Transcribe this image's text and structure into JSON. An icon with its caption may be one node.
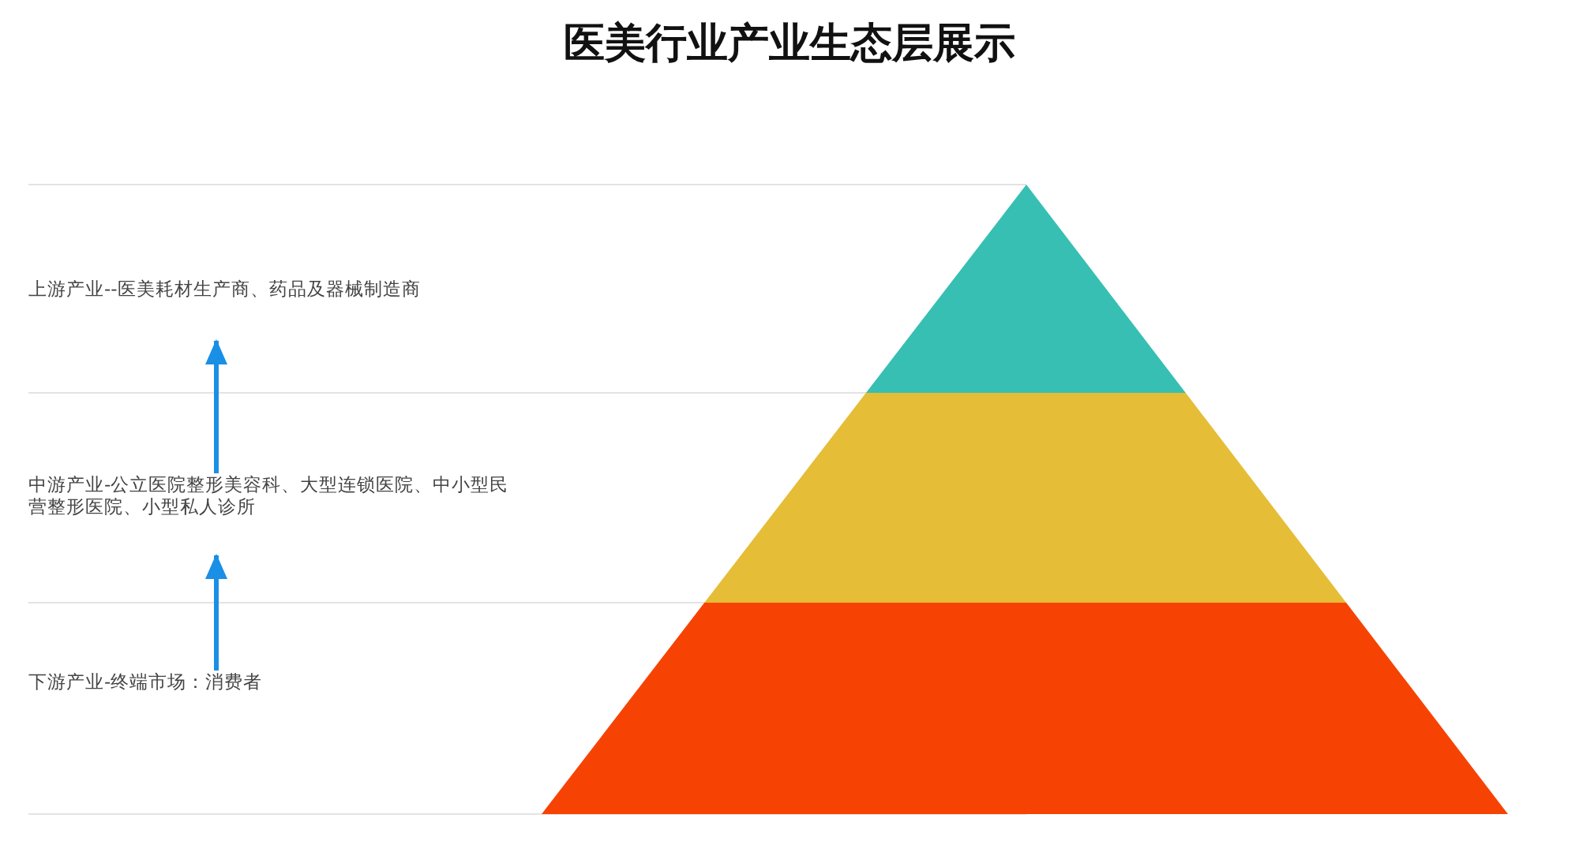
{
  "diagram": {
    "title": "医美行业产业生态层展示",
    "nodes": [
      {
        "text": [
          "上游产业--医美耗材生产商、药品及器械制造商"
        ]
      },
      {
        "text": [
          "中游产业-公立医院整形美容科、大型连锁医院、中小型民营整形医院、小型私人诊所"
        ]
      },
      {
        "text": [
          "下游产业-终端市场：消费者"
        ]
      },
      {
        "text": [],
        "shape": "triangle"
      },
      {
        "text": [],
        "shape": "trapezoid"
      },
      {
        "text": [],
        "shape": "trapezoid"
      }
    ],
    "edges": [
      {
        "from": 2,
        "to": 1,
        "arrow": "to"
      },
      {
        "from": 1,
        "to": 0,
        "arrow": "to"
      }
    ]
  }
}
